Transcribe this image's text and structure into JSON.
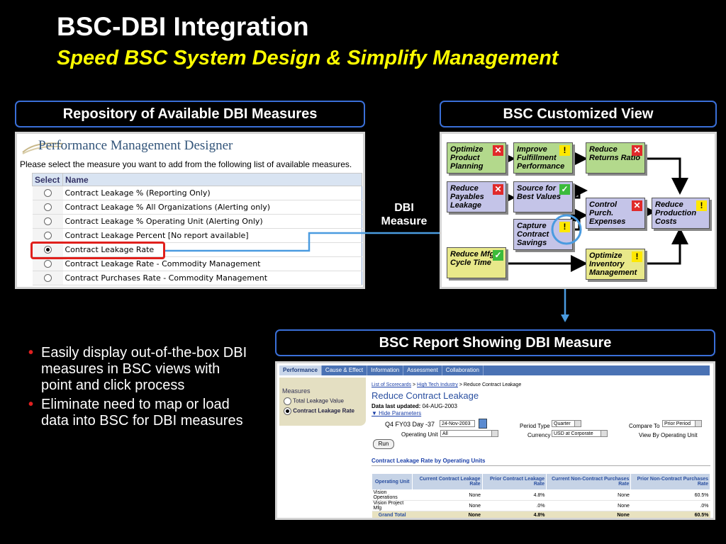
{
  "slide": {
    "title": "BSC-DBI Integration",
    "subtitle": "Speed BSC System Design & Simplify Management"
  },
  "headers": {
    "repository": "Repository of Available DBI Measures",
    "bsc_view": "BSC Customized View",
    "report": "BSC Report Showing DBI Measure"
  },
  "repository": {
    "app_title": "Performance Management Designer",
    "instruction": "Please select the measure you want to add from the following list of available measures.",
    "col_select": "Select",
    "col_name": "Name",
    "rows": [
      {
        "name": "Contract Leakage % (Reporting Only)",
        "selected": false
      },
      {
        "name": "Contract Leakage % All Organizations (Alerting only)",
        "selected": false
      },
      {
        "name": "Contract Leakage % Operating Unit (Alerting Only)",
        "selected": false
      },
      {
        "name": "Contract Leakage Percent [No report available]",
        "selected": false
      },
      {
        "name": "Contract Leakage Rate",
        "selected": true
      },
      {
        "name": "Contract Leakage Rate - Commodity Management",
        "selected": false
      },
      {
        "name": "Contract Purchases Rate - Commodity Management",
        "selected": false
      }
    ]
  },
  "connector_label": {
    "line1": "DBI",
    "line2": "Measure"
  },
  "bsc_map": {
    "nodes": [
      {
        "text": "Optimize Product Planning",
        "color": "green",
        "status": "x"
      },
      {
        "text": "Improve Fulfillment Performance",
        "color": "green",
        "status": "!"
      },
      {
        "text": "Reduce Returns Ratio",
        "color": "green",
        "status": "x"
      },
      {
        "text": "Reduce Payables Leakage",
        "color": "purple",
        "status": "x"
      },
      {
        "text": "Source for Best Values",
        "color": "purple",
        "status": "check"
      },
      {
        "text": "Control Purch. Expenses",
        "color": "purple",
        "status": "x"
      },
      {
        "text": "Reduce Production Costs",
        "color": "purple",
        "status": "!"
      },
      {
        "text": "Capture Contract Savings",
        "color": "purple",
        "status": "!"
      },
      {
        "text": "Reduce Mfg. Cycle Time",
        "color": "yellow",
        "status": "check"
      },
      {
        "text": "Optimize Inventory Management",
        "color": "yellow",
        "status": "!"
      }
    ],
    "colors": {
      "green": "#b3d98c",
      "purple": "#c4c4e8",
      "yellow": "#e8e88a",
      "x": "#e02a2a",
      "check": "#3bbb3b",
      "warn": "#ffe800"
    }
  },
  "bullets": [
    "Easily display out-of-the-box DBI measures in BSC views with point and click process",
    "Eliminate need to map or load data into BSC for DBI measures"
  ],
  "report": {
    "tabs": [
      "Performance",
      "Cause & Effect",
      "Information",
      "Assessment",
      "Collaboration"
    ],
    "side_heading": "Measures",
    "side_options": [
      {
        "label": "Total Leakage Value",
        "selected": false
      },
      {
        "label": "Contract Leakage Rate",
        "selected": true
      }
    ],
    "breadcrumb": {
      "link1": "List of Scorecards",
      "sep": ">",
      "link2": "High Tech Industry",
      "current": "> Reduce Contract Leakage"
    },
    "title": "Reduce Contract Leakage",
    "updated_label": "Data last updated:",
    "updated_value": "04-AUG-2003",
    "hide_params": "Hide Parameters",
    "params": {
      "period_label": "Q4 FY03 Day -37",
      "date_value": "24-Nov-2003",
      "operating_unit_label": "Operating Unit",
      "operating_unit_value": "All",
      "period_type_label": "Period Type",
      "period_type_value": "Quarter",
      "currency_label": "Currency",
      "currency_value": "USD at Corporate",
      "compare_to_label": "Compare To",
      "compare_to_value": "Prior Period",
      "view_by": "View By Operating Unit"
    },
    "run_label": "Run",
    "table_heading": "Contract Leakage Rate by Operating Units",
    "columns": [
      "Operating Unit",
      "Current Contract Leakage Rate",
      "Prior Contract Leakage Rate",
      "Current Non-Contract Purchases Rate",
      "Prior Non-Contract Purchases Rate"
    ],
    "rows": [
      [
        "Vision Operations",
        "None",
        "4.8%",
        "None",
        "60.5%"
      ],
      [
        "Vision Project Mfg",
        "None",
        ".0%",
        "None",
        ".0%"
      ]
    ],
    "total": [
      "Grand Total",
      "None",
      "4.8%",
      "None",
      "60.5%"
    ]
  }
}
